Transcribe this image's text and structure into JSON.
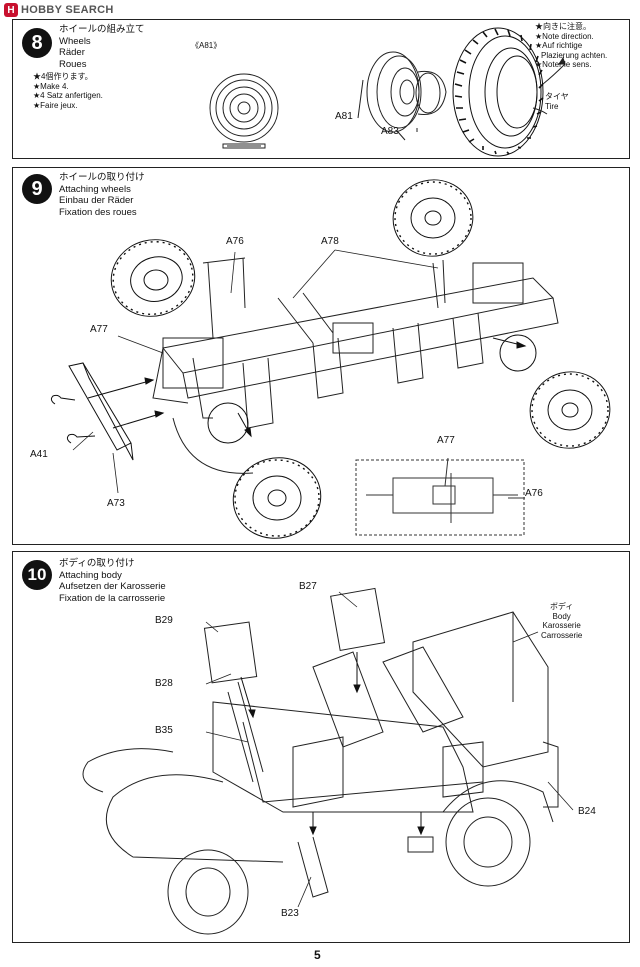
{
  "watermark": {
    "text": "HOBBY SEARCH",
    "logo": "H"
  },
  "page_number": "5",
  "step8": {
    "number": "8",
    "title_jp": "ホイールの組み立て",
    "title_en": "Wheels",
    "title_de": "Räder",
    "title_fr": "Roues",
    "note": [
      "★4個作ります。",
      "★Make 4.",
      "★4 Satz anfertigen.",
      "★Faire jeux."
    ],
    "inset_label": "《A81》",
    "direction_note": [
      "★向きに注意。",
      "★Note direction.",
      "★Auf richtige",
      "Plazierung achten.",
      "★Noter le sens."
    ],
    "tire_jp": "タイヤ",
    "tire_en": "Tire",
    "parts": [
      "A81",
      "A83"
    ]
  },
  "step9": {
    "number": "9",
    "title_jp": "ホイールの取り付け",
    "title_en": "Attaching wheels",
    "title_de": "Einbau der Räder",
    "title_fr": "Fixation des roues",
    "parts": [
      "A76",
      "A78",
      "A77",
      "A41",
      "A73",
      "A77",
      "A76"
    ]
  },
  "step10": {
    "number": "10",
    "title_jp": "ボディの取り付け",
    "title_en": "Attaching body",
    "title_de": "Aufsetzen der Karosserie",
    "title_fr": "Fixation de la carrosserie",
    "body_jp": "ボディ",
    "body_en": "Body",
    "body_de": "Karosserie",
    "body_fr": "Carrosserie",
    "parts": [
      "B27",
      "B29",
      "B28",
      "B35",
      "B24",
      "B23"
    ]
  }
}
